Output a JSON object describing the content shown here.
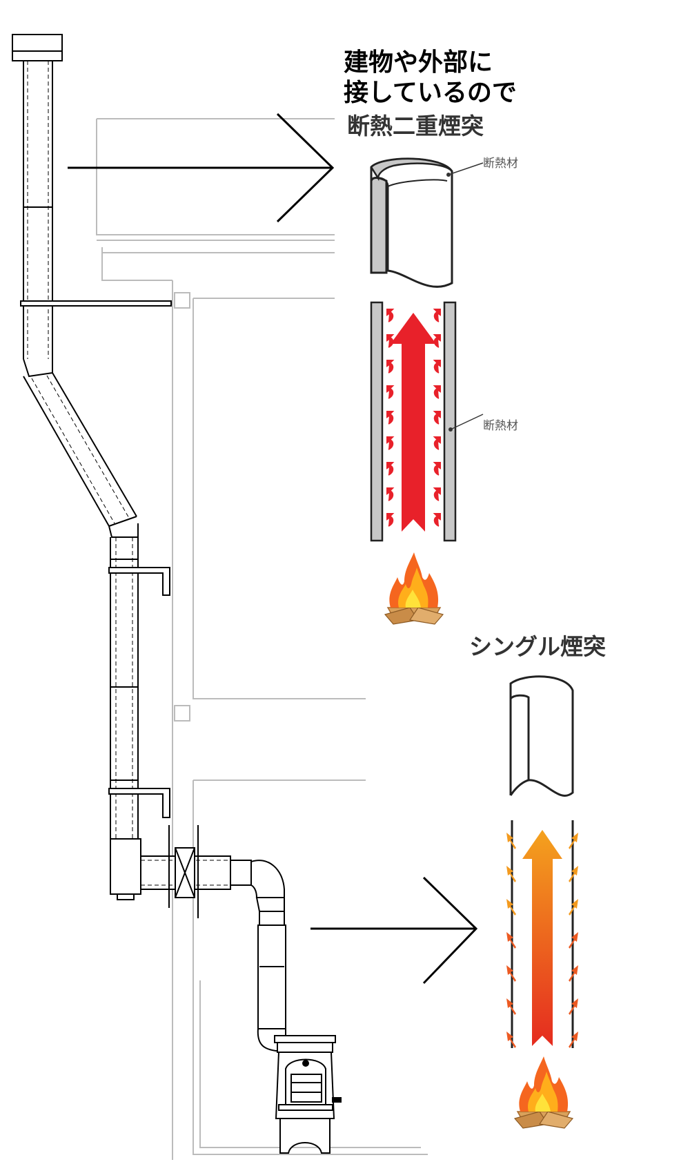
{
  "annotation": {
    "line1": "建物や外部に",
    "line2": "接しているので"
  },
  "double_wall": {
    "title": "断熱二重煙突",
    "callout_top": "断熱材",
    "callout_mid": "断熱材"
  },
  "single_wall": {
    "title": "シングル煙突"
  },
  "colors": {
    "line": "#000000",
    "building": "#bbbbbb",
    "insulation": "#c8c8c8",
    "heat_red": "#e8212a",
    "heat_orange": "#f39a1e",
    "flame_yellow": "#ffd21f",
    "wood": "#d9a15b"
  }
}
